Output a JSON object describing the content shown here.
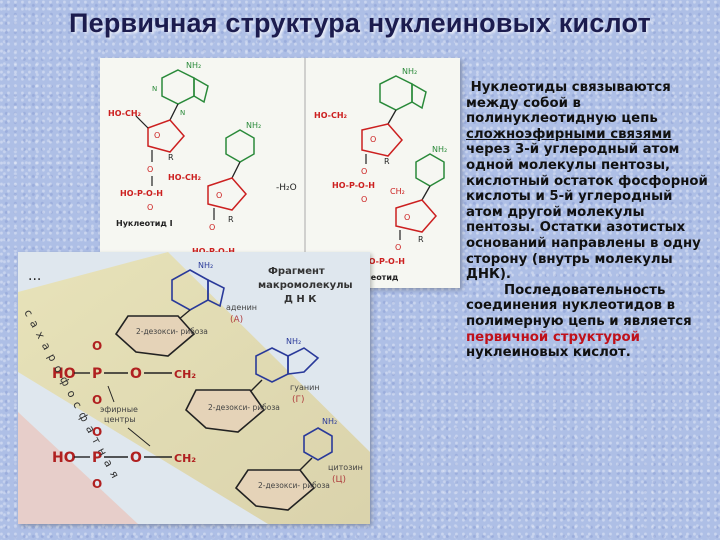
{
  "title": "Первичная структура нуклеиновых кислот",
  "panel_top": {
    "label_left": "Нуклеотид I",
    "label_right": "Динуклеотид",
    "minus_water": "-H₂O",
    "atoms": {
      "nh2": "NH₂",
      "n": "N",
      "o": "O",
      "r": "R",
      "hoch2": "HO-CH₂",
      "ch2": "CH₂",
      "ho_p_oh": "HO-P-O-H",
      "ho_p_o": "HO-P-O-H",
      "o2": "O"
    }
  },
  "panel_bottom": {
    "caption_line1": "Фрагмент",
    "caption_line2": "макромолекулы",
    "caption_line3": "Д Н К",
    "sugar_label": "2-дезокси-\nрибоза",
    "base_a": "аденин",
    "base_a_letter": "(А)",
    "base_g": "гуанин",
    "base_g_letter": "(Г)",
    "base_c": "цитозин",
    "base_c_letter": "(Ц)",
    "ester_label_1": "эфирные",
    "ester_label_2": "центры",
    "vertical_text": "сахарофосфатная",
    "dots": "...",
    "atoms": {
      "ho": "HO",
      "p": "P",
      "o": "O",
      "ch2": "CH₂",
      "nh2": "NH₂"
    }
  },
  "body": {
    "p1_a": "Нуклеотиды связываются между собой в полинуклеотидную цепь ",
    "p1_b": "сложноэфирными связями",
    "p1_c": " через 3-й углеродный атом одной молекулы пентозы, кислотный остаток фосфорной кислоты и 5-й углеродный атом другой молекулы пентозы. Остатки азотистых оснований направлены в одну сторону (внутрь молекулы ДНК).",
    "p2_a": "Последовательность соединения нуклеотидов в полимерную цепь и является ",
    "p2_b": "первичной структурой",
    "p2_c": " нуклеиновых кислот."
  },
  "colors": {
    "title": "#1c1c4e",
    "accent_red": "#c0111a",
    "chem_red": "#cc2020",
    "chem_green": "#2a8a3a",
    "chem_blue": "#223388"
  }
}
